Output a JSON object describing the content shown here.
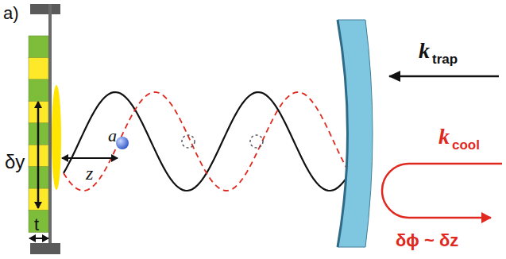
{
  "diagram": {
    "labels": [
      "a)",
      "δy",
      "t",
      "a",
      "z",
      "k",
      "trap",
      "k",
      "cool",
      "δϕ ~ δz"
    ]
  }
}
